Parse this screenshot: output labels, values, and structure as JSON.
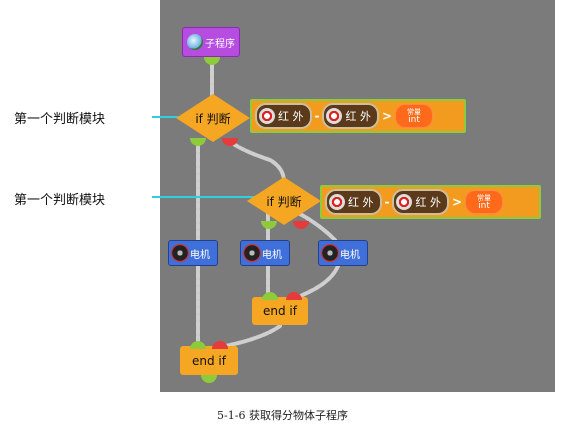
{
  "annotations": [
    "第一个判断模块",
    "第一个判断模块"
  ],
  "subprogram_label": "子程序",
  "if_blocks": [
    {
      "label": "if 判断",
      "left_sensor": "红 外",
      "op_minus": "-",
      "right_sensor": "红 外",
      "comparator": ">",
      "const_top": "常量",
      "const_type": "int"
    },
    {
      "label": "if 判断",
      "left_sensor": "红 外",
      "op_minus": "-",
      "right_sensor": "红 外",
      "comparator": ">",
      "const_top": "常量",
      "const_type": "int"
    }
  ],
  "motors": [
    "电机",
    "电机",
    "电机"
  ],
  "end_ifs": [
    "end  if",
    "end  if"
  ],
  "caption": "5-1-6 获取得分物体子程序",
  "colors": {
    "canvas": "#7b7b7b",
    "annot_arrow": "#2ed0e0",
    "if_block": "#f5a623",
    "sub_block": "#b64ce0",
    "motor_block": "#3f6fd8"
  }
}
